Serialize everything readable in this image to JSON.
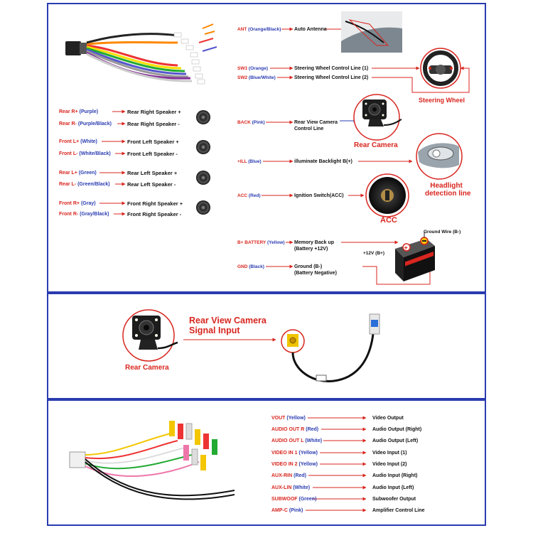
{
  "harness_left": [
    {
      "code": "Rear R+",
      "color": "(Purple)",
      "desc": "Rear Right Speaker +"
    },
    {
      "code": "Rear R-",
      "color": "(Purple/Black)",
      "desc": "Rear Right Speaker -"
    },
    {
      "code": "Front L+",
      "color": "(White)",
      "desc": "Front Left Speaker +"
    },
    {
      "code": "Front L-",
      "color": "(White/Black)",
      "desc": "Front Left Speaker -"
    },
    {
      "code": "Rear L+",
      "color": "(Green)",
      "desc": "Rear Left Speaker +"
    },
    {
      "code": "Rear L-",
      "color": "(Green/Black)",
      "desc": "Rear Left Speaker -"
    },
    {
      "code": "Front R+",
      "color": "(Gray)",
      "desc": "Front Right Speaker +"
    },
    {
      "code": "Front R-",
      "color": "(Gray/Black)",
      "desc": "Front Right Speaker -"
    }
  ],
  "harness_right": [
    {
      "code": "ANT",
      "color": "(Orange/Black)",
      "desc": "Auto Antenna"
    },
    {
      "code": "SW1",
      "color": "(Orange)",
      "desc": "Steering Wheel Control Line (1)"
    },
    {
      "code": "SW2",
      "color": "(Blue/White)",
      "desc": "Steering Wheel Control Line (2)"
    },
    {
      "code": "BACK",
      "color": "(Pink)",
      "desc": "Rear View Camera",
      "desc2": "Control Line"
    },
    {
      "code": "+ILL",
      "color": "(Blue)",
      "desc": "illuminate Backlight B(+)"
    },
    {
      "code": "ACC",
      "color": "(Red)",
      "desc": "Ignition Switch(ACC)"
    },
    {
      "code": "B+ BATTERY",
      "color": "(Yellow)",
      "desc": "Memory Back up",
      "desc2": "(Battery +12V)"
    },
    {
      "code": "GND",
      "color": "(Black)",
      "desc": "Ground (B-)",
      "desc2": "(Battery Negative)"
    }
  ],
  "captions": {
    "steering": "Steering Wheel",
    "rear_camera": "Rear Camera",
    "headlight_1": "Headlight",
    "headlight_2": "detection line",
    "acc": "ACC",
    "ground_wire": "Ground Wire (B-)",
    "battery_plus": "+12V  (B+)",
    "rvc_title_1": "Rear View Camera",
    "rvc_title_2": "Signal Input",
    "rear_camera_2": "Rear Camera"
  },
  "av_list": [
    {
      "code": "VOUT",
      "color": "(Yellow)",
      "desc": "Video Output"
    },
    {
      "code": "AUDIO OUT R",
      "color": "(Red)",
      "desc": "Audio Output (Right)"
    },
    {
      "code": "AUDIO OUT L",
      "color": "(White)",
      "desc": "Audio Output (Left)"
    },
    {
      "code": "VIDEO IN 1",
      "color": "(Yellow)",
      "desc": "Video Input (1)"
    },
    {
      "code": "VIDEO IN 2",
      "color": "(Yellow)",
      "desc": "Video Input (2)"
    },
    {
      "code": "AUX-RIN",
      "color": "(Red)",
      "desc": "Audio Input (Right)"
    },
    {
      "code": "AUX-LIN",
      "color": "(White)",
      "desc": "Audio Input (Left)"
    },
    {
      "code": "SUBWOOF",
      "color": "(Green)",
      "desc": "Subwoofer Output"
    },
    {
      "code": "AMP-C",
      "color": "(Pink)",
      "desc": "Amplifier Control Line"
    }
  ],
  "colors": {
    "red": "#d8261f",
    "blue": "#2a3cb0",
    "border": "#2a3cb0"
  }
}
